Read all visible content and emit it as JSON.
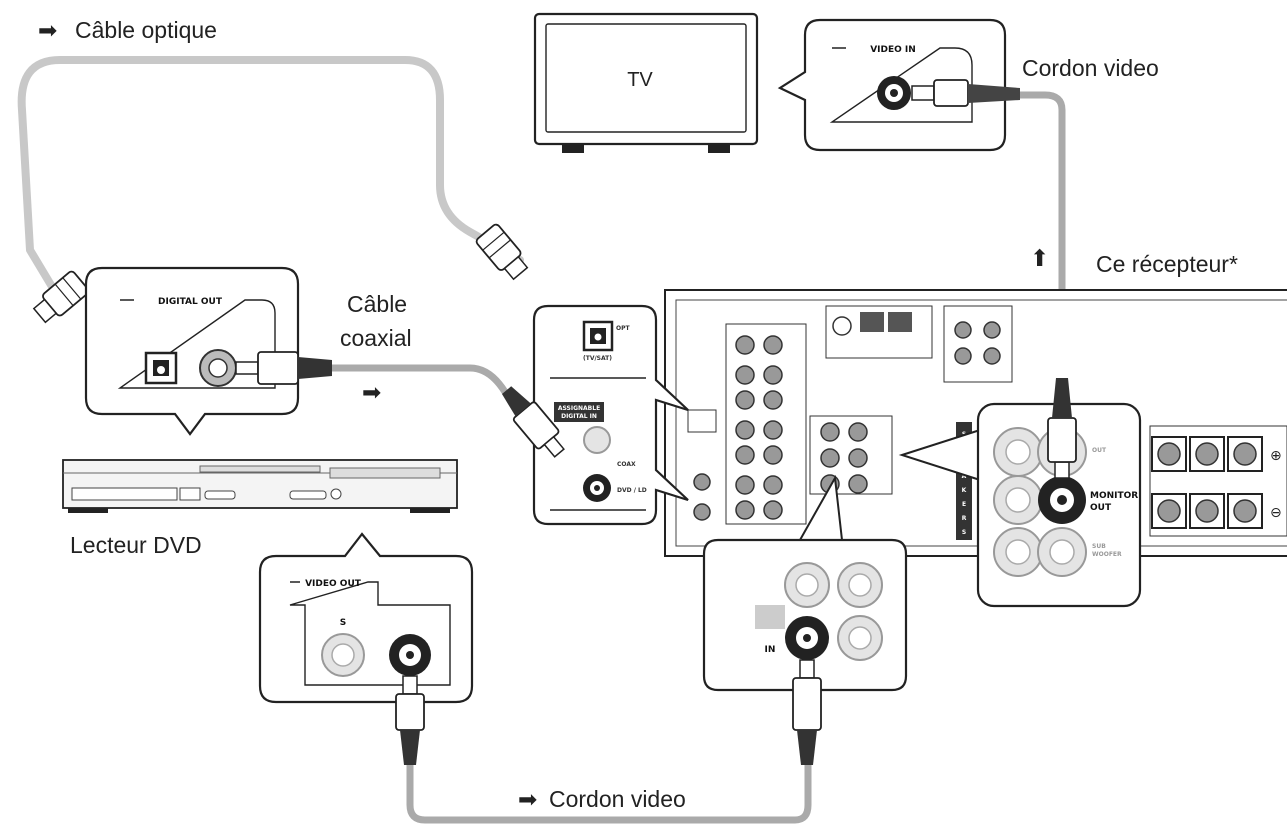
{
  "labels": {
    "optical_cable": "Câble optique",
    "coaxial_cable_line1": "Câble",
    "coaxial_cable_line2": "coaxial",
    "tv": "TV",
    "video_cord_top": "Cordon video",
    "receiver": "Ce récepteur*",
    "dvd_player": "Lecteur DVD",
    "video_cord_bottom": "Cordon video"
  },
  "callouts": {
    "digital_out": "DIGITAL OUT",
    "video_in": "VIDEO IN",
    "video_out": "VIDEO OUT",
    "s_video": "S",
    "monitor_out_line1": "MONITOR",
    "monitor_out_line2": "OUT",
    "in": "IN",
    "coax": "COAX",
    "opt": "OPT",
    "tv_sat": "(TV/SAT)",
    "assignable_line1": "ASSIGNABLE",
    "assignable_line2": "DIGITAL IN",
    "dvd_ld": "DVD / LD",
    "sub_woofer_line1": "SUB",
    "sub_woofer_line2": "WOOFER",
    "out": "OUT",
    "speakers_letters": [
      "S",
      "P",
      "E",
      "A",
      "K",
      "E",
      "R",
      "S"
    ]
  },
  "arrows": {
    "right_arrow": "➡",
    "up_arrow": "⬆"
  },
  "colors": {
    "line": "#222222",
    "cable": "#aaaaaa",
    "optical_cable": "#c8c8c8",
    "panel_fill": "#f4f4f4"
  }
}
